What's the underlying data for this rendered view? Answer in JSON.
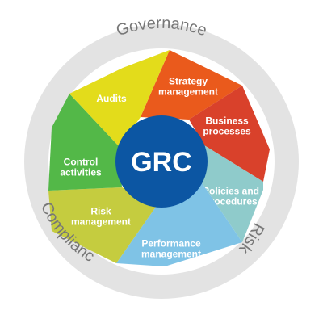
{
  "diagram": {
    "center": {
      "label": "GRC",
      "color": "#0c56a3"
    },
    "outer_ring": {
      "color": "#e3e3e3",
      "labels": {
        "governance": "Governance",
        "risk": "Risk",
        "compliance": "Compliance"
      }
    },
    "segments": [
      {
        "id": "strategy",
        "lines": [
          "Strategy",
          "management"
        ],
        "color": "#ea5a1c"
      },
      {
        "id": "business",
        "lines": [
          "Business",
          "processes"
        ],
        "color": "#d9412b"
      },
      {
        "id": "policies",
        "lines": [
          "Policies and",
          "procedures"
        ],
        "color": "#8fcbcb"
      },
      {
        "id": "performance",
        "lines": [
          "Performance",
          "management"
        ],
        "color": "#7fc3e6"
      },
      {
        "id": "risk",
        "lines": [
          "Risk",
          "management"
        ],
        "color": "#c5cc3f"
      },
      {
        "id": "control",
        "lines": [
          "Control",
          "activities"
        ],
        "color": "#53b848"
      },
      {
        "id": "audits",
        "lines": [
          "Audits"
        ],
        "color": "#e3dc1b"
      }
    ]
  }
}
